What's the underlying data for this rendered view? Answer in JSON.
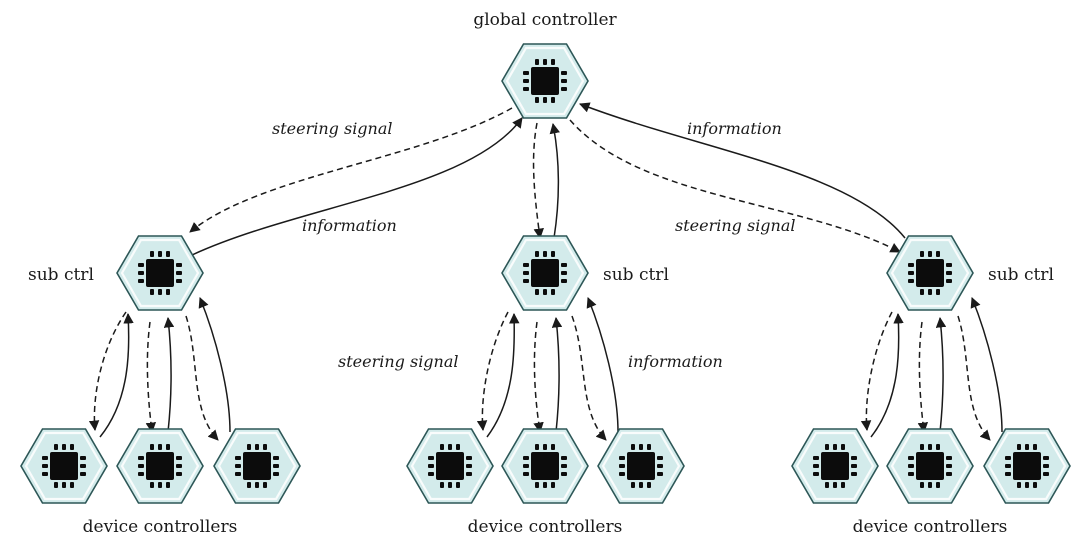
{
  "labels": {
    "global": "global controller",
    "sub": "sub ctrl",
    "devices": "device controllers",
    "steering": "steering signal",
    "information": "information"
  },
  "nodes": {
    "global": {
      "kind": "global-controller",
      "icon": "chip-icon"
    },
    "subs": [
      {
        "id": "left",
        "icon": "chip-icon"
      },
      {
        "id": "middle",
        "icon": "chip-icon"
      },
      {
        "id": "right",
        "icon": "chip-icon"
      }
    ],
    "device_groups": [
      {
        "id": "left",
        "count": 3
      },
      {
        "id": "middle",
        "count": 3
      },
      {
        "id": "right",
        "count": 3
      }
    ]
  },
  "edges": {
    "down": {
      "label": "steering signal",
      "style": "dashed"
    },
    "up": {
      "label": "information",
      "style": "solid"
    }
  },
  "colors": {
    "hex_fill": "#d3ebeb",
    "hex_stroke": "#2d5757",
    "chip": "#0c0c0c",
    "arrow": "#1a1a1a"
  }
}
